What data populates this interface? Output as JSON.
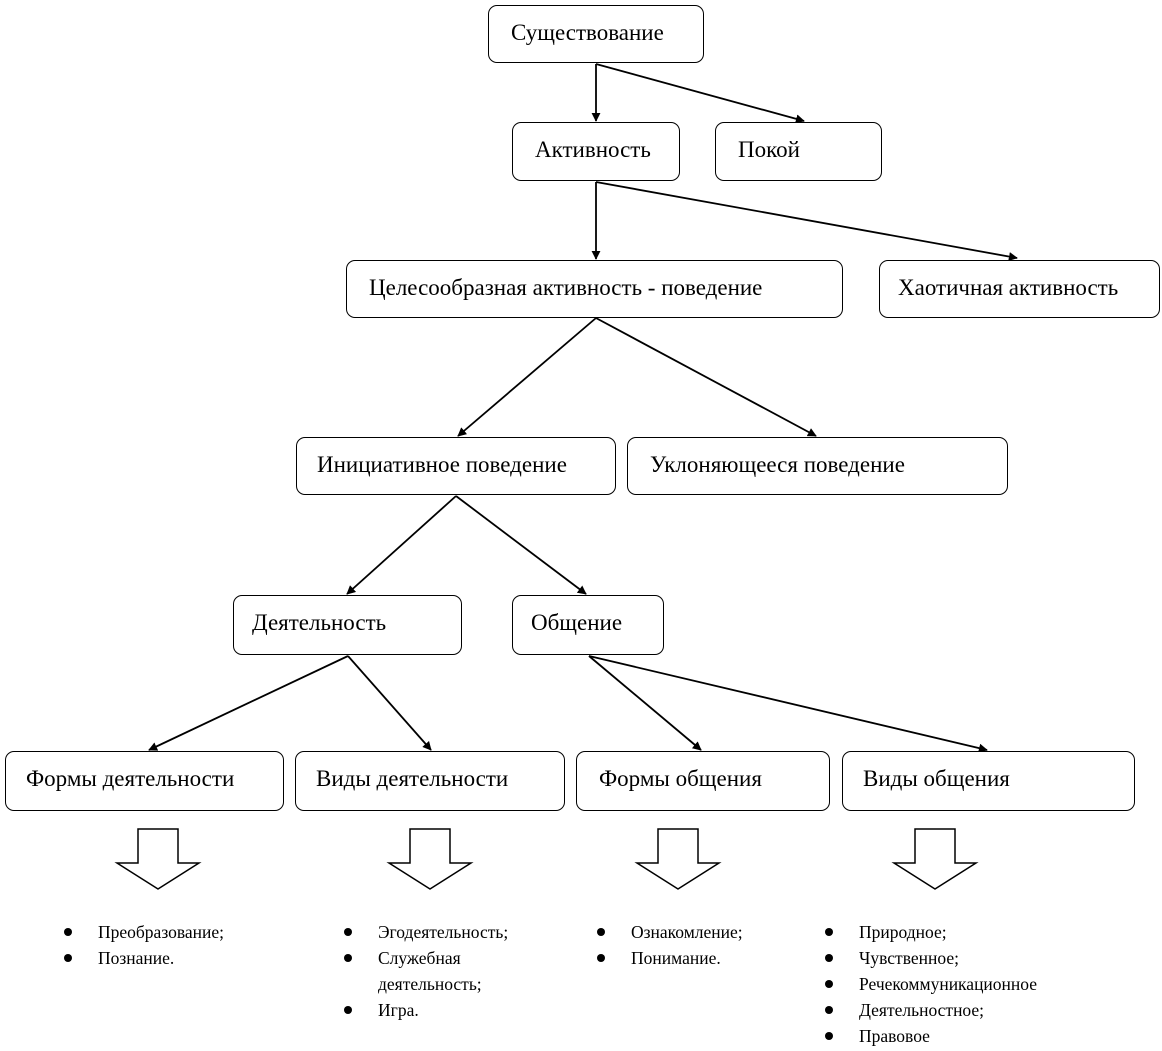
{
  "nodes": {
    "existence": "Существование",
    "activity": "Активность",
    "rest": "Покой",
    "purposeful": "Целесообразная активность - поведение",
    "chaotic": "Хаотичная активность",
    "initiative": "Инициативное поведение",
    "avoidant": "Уклоняющееся поведение",
    "work": "Деятельность",
    "communication": "Общение",
    "work_forms": "Формы деятельности",
    "work_types": "Виды деятельности",
    "comm_forms": "Формы общения",
    "comm_types": "Виды общения"
  },
  "lists": {
    "work_forms": [
      "Преобразование;",
      "Познание."
    ],
    "work_types": [
      "Эгодеятельность;",
      "Служебная",
      "деятельность;",
      "Игра."
    ],
    "comm_forms": [
      "Ознакомление;",
      "Понимание."
    ],
    "comm_types": [
      "Природное;",
      "Чувственное;",
      "Речекоммуникационное",
      "Деятельностное;",
      "Правовое"
    ]
  }
}
